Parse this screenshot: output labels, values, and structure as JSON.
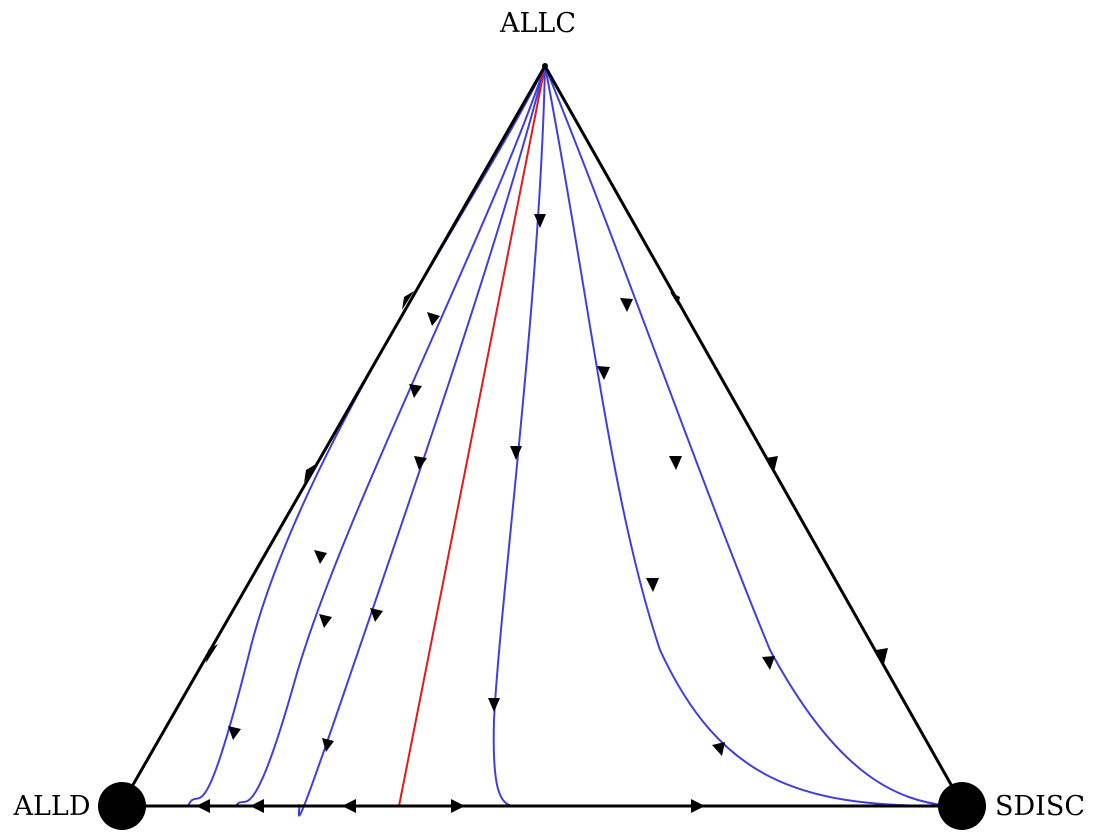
{
  "vertices": {
    "top": {
      "label": "ALLC"
    },
    "left": {
      "label": "ALLD"
    },
    "right": {
      "label": "SDISC"
    }
  },
  "colors": {
    "edge": "#000000",
    "trajectory": "#4040d8",
    "separatrix": "#dd1c1c",
    "fixed_point": "#000000",
    "background": "#ffffff"
  }
}
